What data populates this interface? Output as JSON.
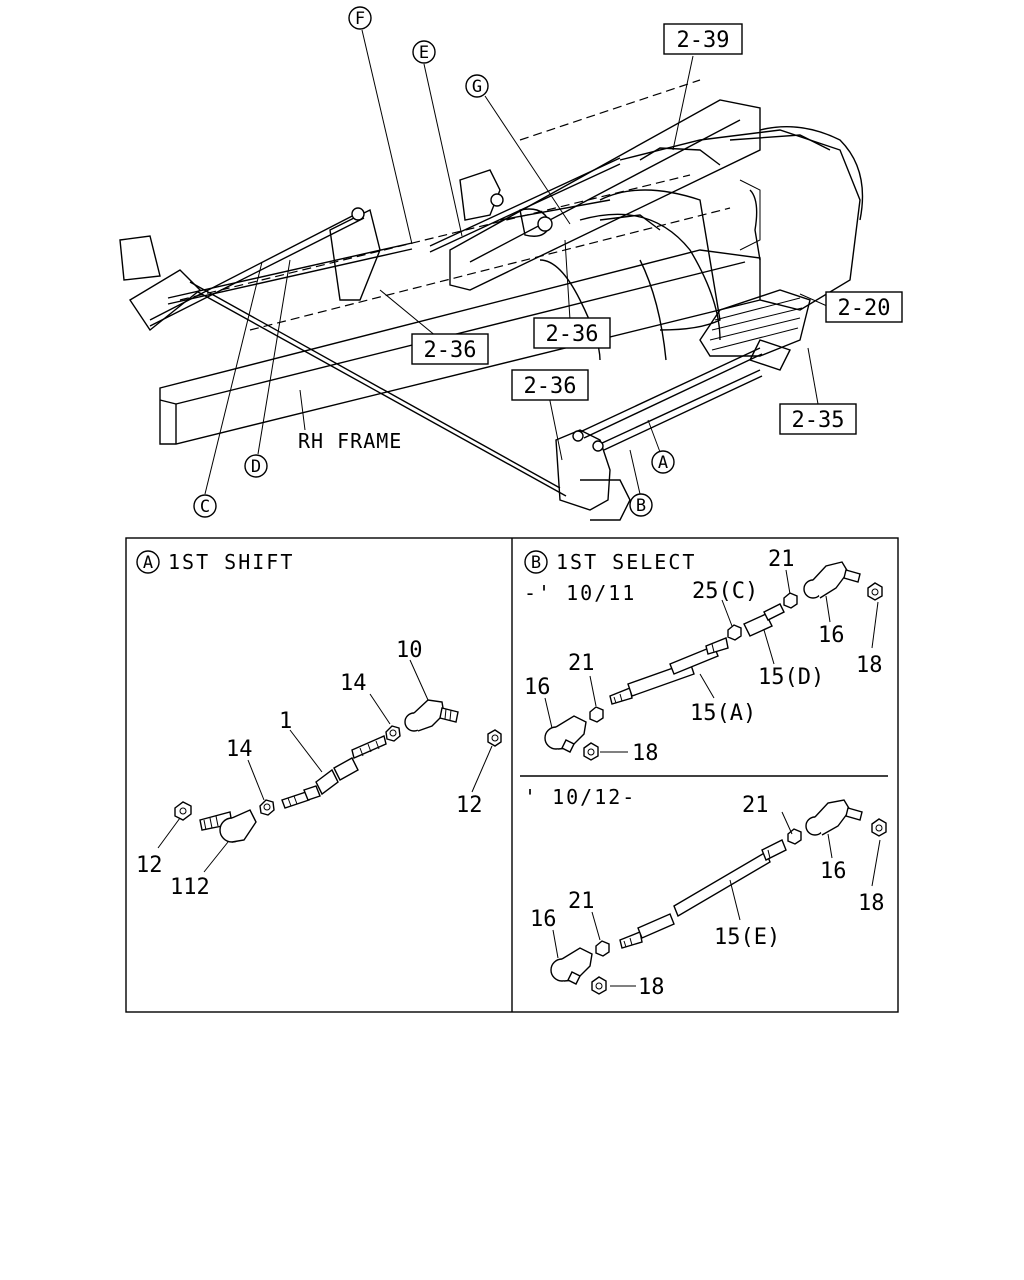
{
  "overview": {
    "frame_label": "RH FRAME",
    "refs": {
      "r1": "2-39",
      "r2": "2-36",
      "r3": "2-36",
      "r4": "2-36",
      "r5": "2-20",
      "r6": "2-35"
    },
    "callouts": {
      "F": "F",
      "E": "E",
      "G": "G",
      "D": "D",
      "C": "C",
      "A": "A",
      "B": "B"
    }
  },
  "panel_a": {
    "marker": "A",
    "title": "1ST SHIFT",
    "labels": {
      "p10": "10",
      "p14a": "14",
      "p1": "1",
      "p14b": "14",
      "p12a": "12",
      "p12b": "12",
      "p112": "112"
    }
  },
  "panel_b": {
    "marker": "B",
    "title": "1ST SELECT",
    "upper": {
      "range": "-' 10/11",
      "labels": {
        "p21a": "21",
        "p25c": "25(C)",
        "p16a": "16",
        "p18a": "18",
        "p15d": "15(D)",
        "p21b": "21",
        "p16b": "16",
        "p15a": "15(A)",
        "p18b": "18"
      }
    },
    "lower": {
      "range": "' 10/12-",
      "labels": {
        "p21a": "21",
        "p16a": "16",
        "p18a": "18",
        "p21b": "21",
        "p16b": "16",
        "p15e": "15(E)",
        "p18b": "18"
      }
    }
  }
}
